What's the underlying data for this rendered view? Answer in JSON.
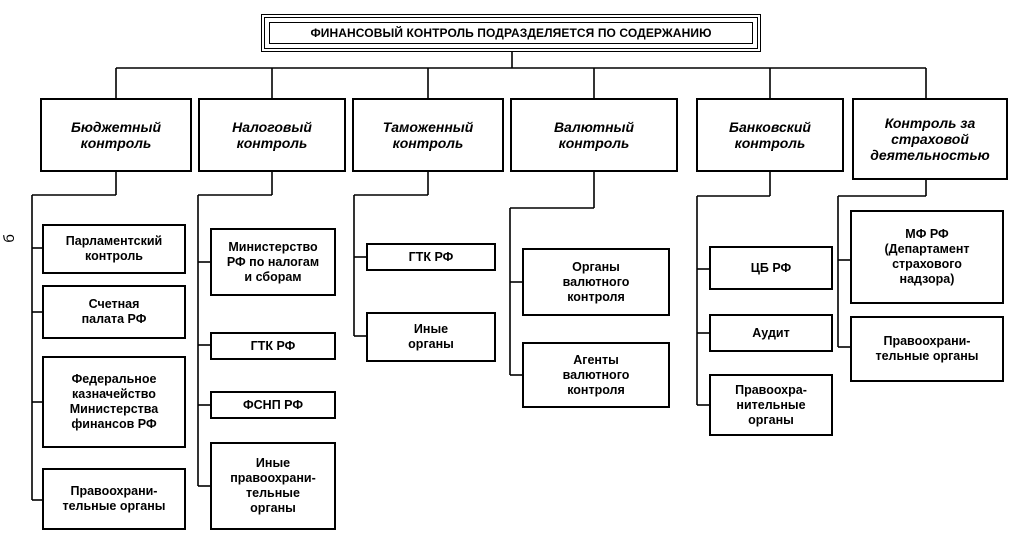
{
  "side_label": "б",
  "root": "ФИНАНСОВЫЙ КОНТРОЛЬ ПОДРАЗДЕЛЯЕТСЯ ПО СОДЕРЖАНИЮ",
  "categories": [
    {
      "title": "Бюджетный\nконтроль",
      "items": [
        "Парламентский\nконтроль",
        "Счетная\nпалата РФ",
        "Федеральное\nказначейство\nМинистерства\nфинансов РФ",
        "Правоохрани-\nтельные органы"
      ]
    },
    {
      "title": "Налоговый\nконтроль",
      "items": [
        "Министерство\nРФ по налогам\nи сборам",
        "ГТК РФ",
        "ФСНП РФ",
        "Иные\nправоохрани-\nтельные\nорганы"
      ]
    },
    {
      "title": "Таможенный\nконтроль",
      "items": [
        "ГТК РФ",
        "Иные\nорганы"
      ]
    },
    {
      "title": "Валютный\nконтроль",
      "items": [
        "Органы\nвалютного\nконтроля",
        "Агенты\nвалютного\nконтроля"
      ]
    },
    {
      "title": "Банковский\nконтроль",
      "items": [
        "ЦБ РФ",
        "Аудит",
        "Правоохра-\nнительные\nорганы"
      ]
    },
    {
      "title": "Контроль за\nстраховой\nдеятельностью",
      "items": [
        "МФ РФ\n(Департамент\nстрахового\nнадзора)",
        "Правоохрани-\nтельные органы"
      ]
    }
  ]
}
